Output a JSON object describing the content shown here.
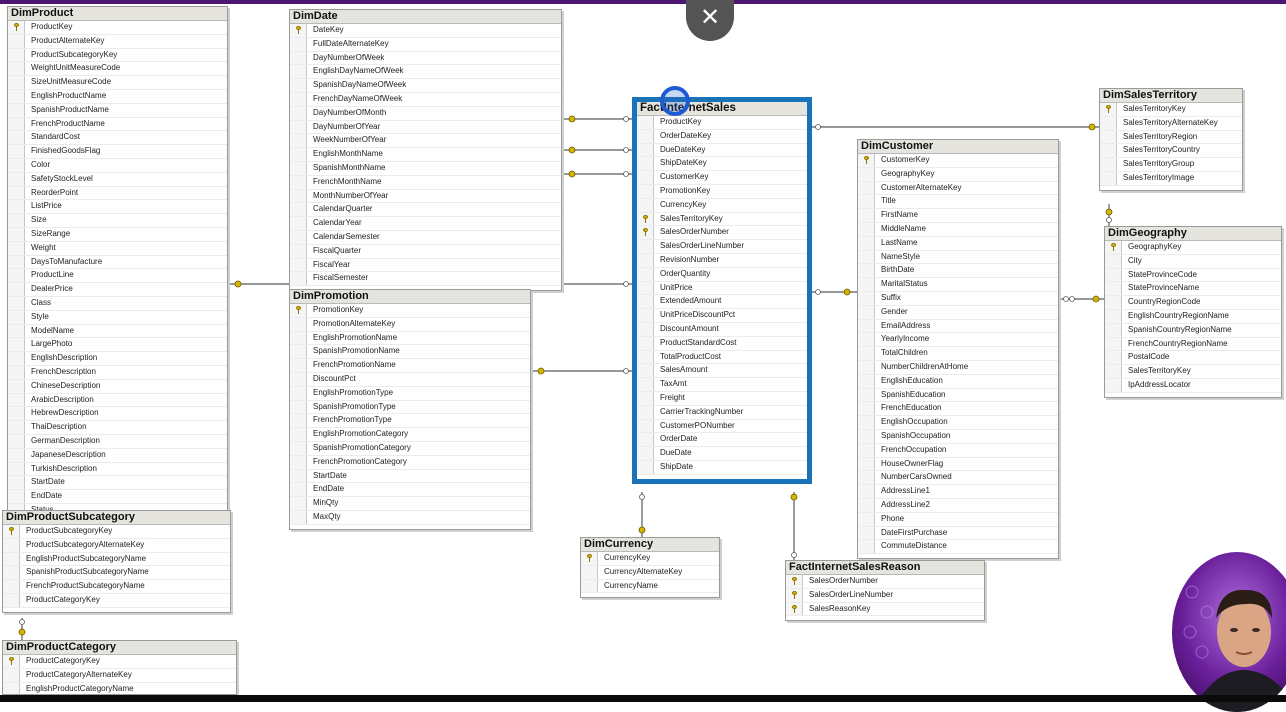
{
  "tables": [
    {
      "id": "dimproduct",
      "title": "DimProduct",
      "keys": [
        0
      ],
      "columns": [
        "ProductKey",
        "ProductAlternateKey",
        "ProductSubcategoryKey",
        "WeightUnitMeasureCode",
        "SizeUnitMeasureCode",
        "EnglishProductName",
        "SpanishProductName",
        "FrenchProductName",
        "StandardCost",
        "FinishedGoodsFlag",
        "Color",
        "SafetyStockLevel",
        "ReorderPoint",
        "ListPrice",
        "Size",
        "SizeRange",
        "Weight",
        "DaysToManufacture",
        "ProductLine",
        "DealerPrice",
        "Class",
        "Style",
        "ModelName",
        "LargePhoto",
        "EnglishDescription",
        "FrenchDescription",
        "ChineseDescription",
        "ArabicDescription",
        "HebrewDescription",
        "ThaiDescription",
        "GermanDescription",
        "JapaneseDescription",
        "TurkishDescription",
        "StartDate",
        "EndDate",
        "Status"
      ]
    },
    {
      "id": "dimdate",
      "title": "DimDate",
      "keys": [
        0
      ],
      "columns": [
        "DateKey",
        "FullDateAlternateKey",
        "DayNumberOfWeek",
        "EnglishDayNameOfWeek",
        "SpanishDayNameOfWeek",
        "FrenchDayNameOfWeek",
        "DayNumberOfMonth",
        "DayNumberOfYear",
        "WeekNumberOfYear",
        "EnglishMonthName",
        "SpanishMonthName",
        "FrenchMonthName",
        "MonthNumberOfYear",
        "CalendarQuarter",
        "CalendarYear",
        "CalendarSemester",
        "FiscalQuarter",
        "FiscalYear",
        "FiscalSemester"
      ]
    },
    {
      "id": "dimpromotion",
      "title": "DimPromotion",
      "keys": [
        0
      ],
      "columns": [
        "PromotionKey",
        "PromotionAlternateKey",
        "EnglishPromotionName",
        "SpanishPromotionName",
        "FrenchPromotionName",
        "DiscountPct",
        "EnglishPromotionType",
        "SpanishPromotionType",
        "FrenchPromotionType",
        "EnglishPromotionCategory",
        "SpanishPromotionCategory",
        "FrenchPromotionCategory",
        "StartDate",
        "EndDate",
        "MinQty",
        "MaxQty"
      ]
    },
    {
      "id": "factinternetsales",
      "title": "FactInternetSales",
      "keys": [
        7,
        8
      ],
      "columns": [
        "ProductKey",
        "OrderDateKey",
        "DueDateKey",
        "ShipDateKey",
        "CustomerKey",
        "PromotionKey",
        "CurrencyKey",
        "SalesTerritoryKey",
        "SalesOrderNumber",
        "SalesOrderLineNumber",
        "RevisionNumber",
        "OrderQuantity",
        "UnitPrice",
        "ExtendedAmount",
        "UnitPriceDiscountPct",
        "DiscountAmount",
        "ProductStandardCost",
        "TotalProductCost",
        "SalesAmount",
        "TaxAmt",
        "Freight",
        "CarrierTrackingNumber",
        "CustomerPONumber",
        "OrderDate",
        "DueDate",
        "ShipDate"
      ]
    },
    {
      "id": "dimcustomer",
      "title": "DimCustomer",
      "keys": [
        0
      ],
      "columns": [
        "CustomerKey",
        "GeographyKey",
        "CustomerAlternateKey",
        "Title",
        "FirstName",
        "MiddleName",
        "LastName",
        "NameStyle",
        "BirthDate",
        "MaritalStatus",
        "Suffix",
        "Gender",
        "EmailAddress",
        "YearlyIncome",
        "TotalChildren",
        "NumberChildrenAtHome",
        "EnglishEducation",
        "SpanishEducation",
        "FrenchEducation",
        "EnglishOccupation",
        "SpanishOccupation",
        "FrenchOccupation",
        "HouseOwnerFlag",
        "NumberCarsOwned",
        "AddressLine1",
        "AddressLine2",
        "Phone",
        "DateFirstPurchase",
        "CommuteDistance"
      ]
    },
    {
      "id": "dimsalesterritory",
      "title": "DimSalesTerritory",
      "keys": [
        0
      ],
      "columns": [
        "SalesTerritoryKey",
        "SalesTerritoryAlternateKey",
        "SalesTerritoryRegion",
        "SalesTerritoryCountry",
        "SalesTerritoryGroup",
        "SalesTerritoryImage"
      ]
    },
    {
      "id": "dimgeography",
      "title": "DimGeography",
      "keys": [
        0
      ],
      "columns": [
        "GeographyKey",
        "City",
        "StateProvinceCode",
        "StateProvinceName",
        "CountryRegionCode",
        "EnglishCountryRegionName",
        "SpanishCountryRegionName",
        "FrenchCountryRegionName",
        "PostalCode",
        "SalesTerritoryKey",
        "IpAddressLocator"
      ]
    },
    {
      "id": "dimproductsubcategory",
      "title": "DimProductSubcategory",
      "keys": [
        0
      ],
      "columns": [
        "ProductSubcategoryKey",
        "ProductSubcategoryAlternateKey",
        "EnglishProductSubcategoryName",
        "SpanishProductSubcategoryName",
        "FrenchProductSubcategoryName",
        "ProductCategoryKey"
      ]
    },
    {
      "id": "dimproductcategory",
      "title": "DimProductCategory",
      "keys": [
        0
      ],
      "columns": [
        "ProductCategoryKey",
        "ProductCategoryAlternateKey",
        "EnglishProductCategoryName"
      ]
    },
    {
      "id": "dimcurrency",
      "title": "DimCurrency",
      "keys": [
        0
      ],
      "columns": [
        "CurrencyKey",
        "CurrencyAlternateKey",
        "CurrencyName"
      ]
    },
    {
      "id": "factinternetsalesreason",
      "title": "FactInternetSalesReason",
      "keys": [
        0,
        1,
        2
      ],
      "columns": [
        "SalesOrderNumber",
        "SalesOrderLineNumber",
        "SalesReasonKey"
      ]
    }
  ],
  "overlay": {
    "close_symbol": "✕"
  },
  "colors": {
    "fact_border": "#1a73b8",
    "key_icon": "#d6b400",
    "header_bg": "#e6e4de",
    "top_bar": "#4b1670",
    "presenter_ring": "#7a2fb0"
  }
}
